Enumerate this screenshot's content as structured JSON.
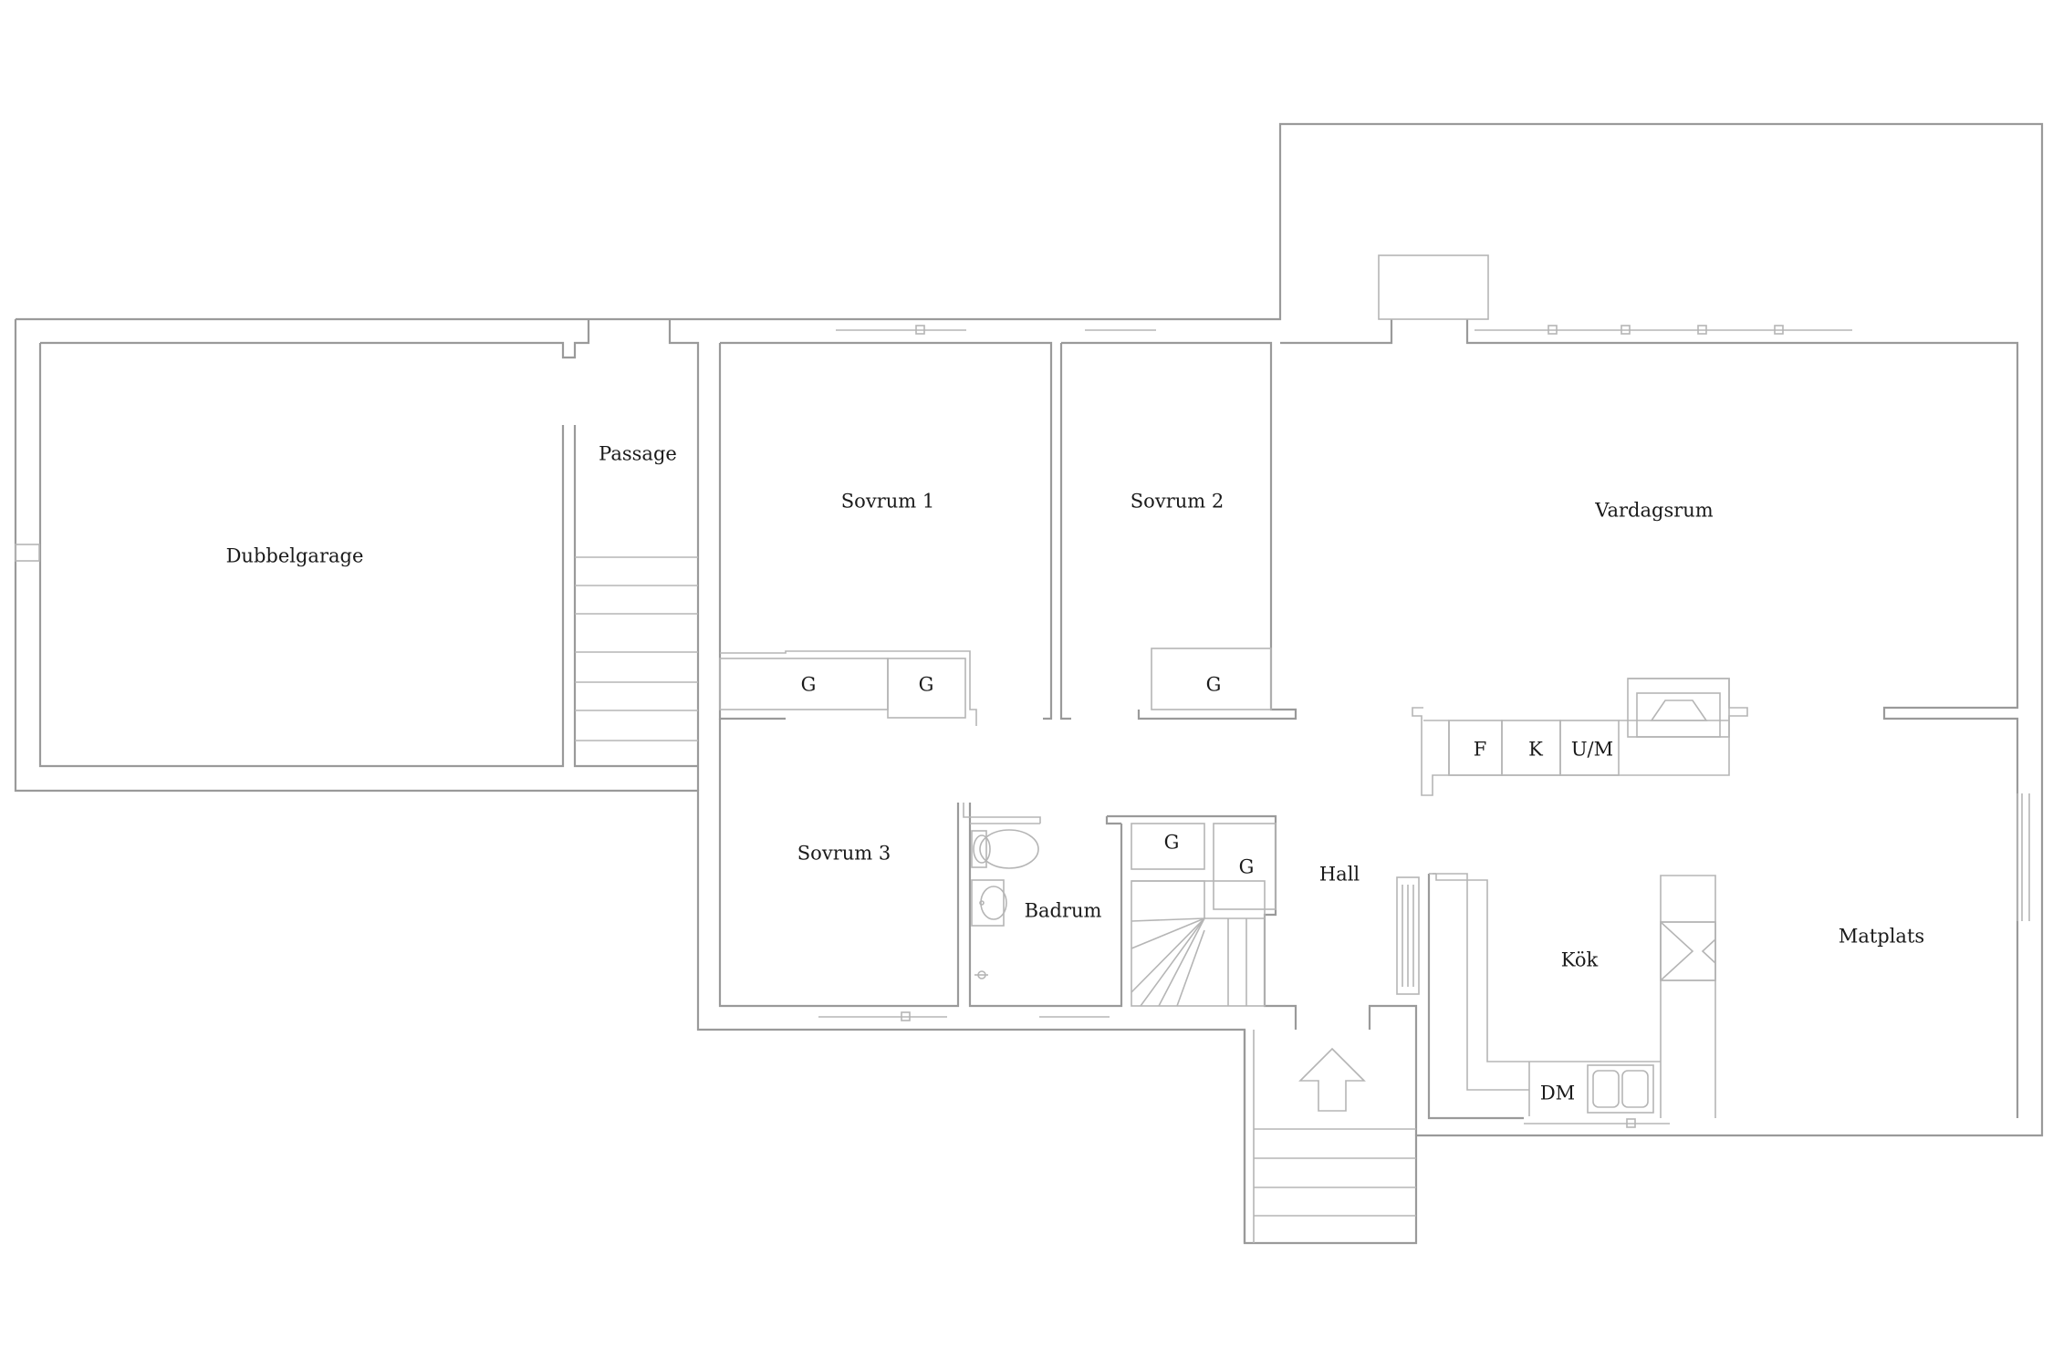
{
  "rooms": {
    "dubbelgarage": "Dubbelgarage",
    "passage": "Passage",
    "sovrum1": "Sovrum 1",
    "sovrum2": "Sovrum 2",
    "sovrum3": "Sovrum 3",
    "vardagsrum": "Vardagsrum",
    "badrum": "Badrum",
    "hall": "Hall",
    "kok": "Kök",
    "matplats": "Matplats"
  },
  "fixtures": {
    "wardrobe": "G",
    "fridge": "F",
    "freezer": "K",
    "microwave_oven": "U/M",
    "dishwasher": "DM"
  },
  "icons": [
    "toilet-icon",
    "washbasin-icon",
    "floor-drain-icon",
    "stairs-icon",
    "entrance-arrow-icon",
    "fireplace-icon",
    "stove-icon",
    "sink-icon"
  ]
}
